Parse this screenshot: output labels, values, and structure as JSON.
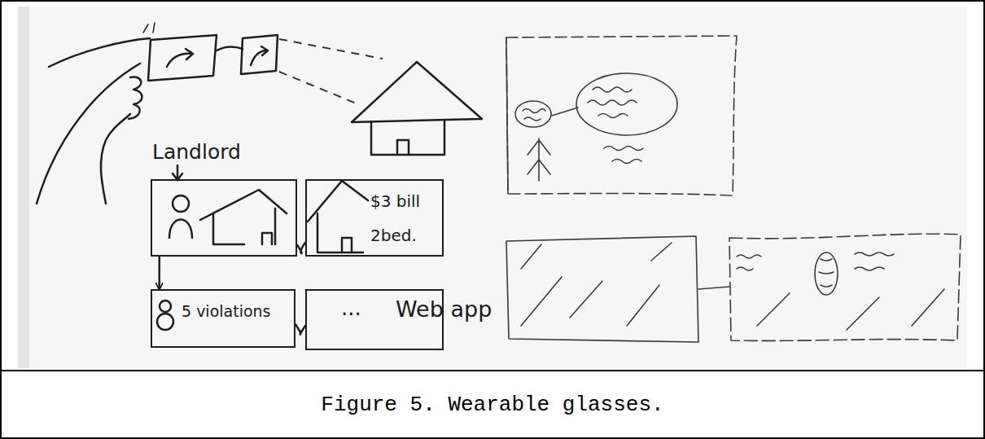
{
  "diagram": {
    "caption": "Figure 5. Wearable glasses.",
    "nodes": [
      {
        "text": [
          "Landlord"
        ]
      },
      {
        "text": [
          "$3 bill 2bed."
        ]
      },
      {
        "text": [
          "5 violations"
        ]
      },
      {
        "text": [
          "..."
        ]
      }
    ],
    "edges": [
      {
        "from": 0,
        "to": 1,
        "arrow": "none"
      },
      {
        "from": 0,
        "to": 2,
        "arrow": "to"
      },
      {
        "from": 2,
        "to": 3,
        "arrow": "none"
      }
    ],
    "labels": [
      "Web app"
    ]
  }
}
